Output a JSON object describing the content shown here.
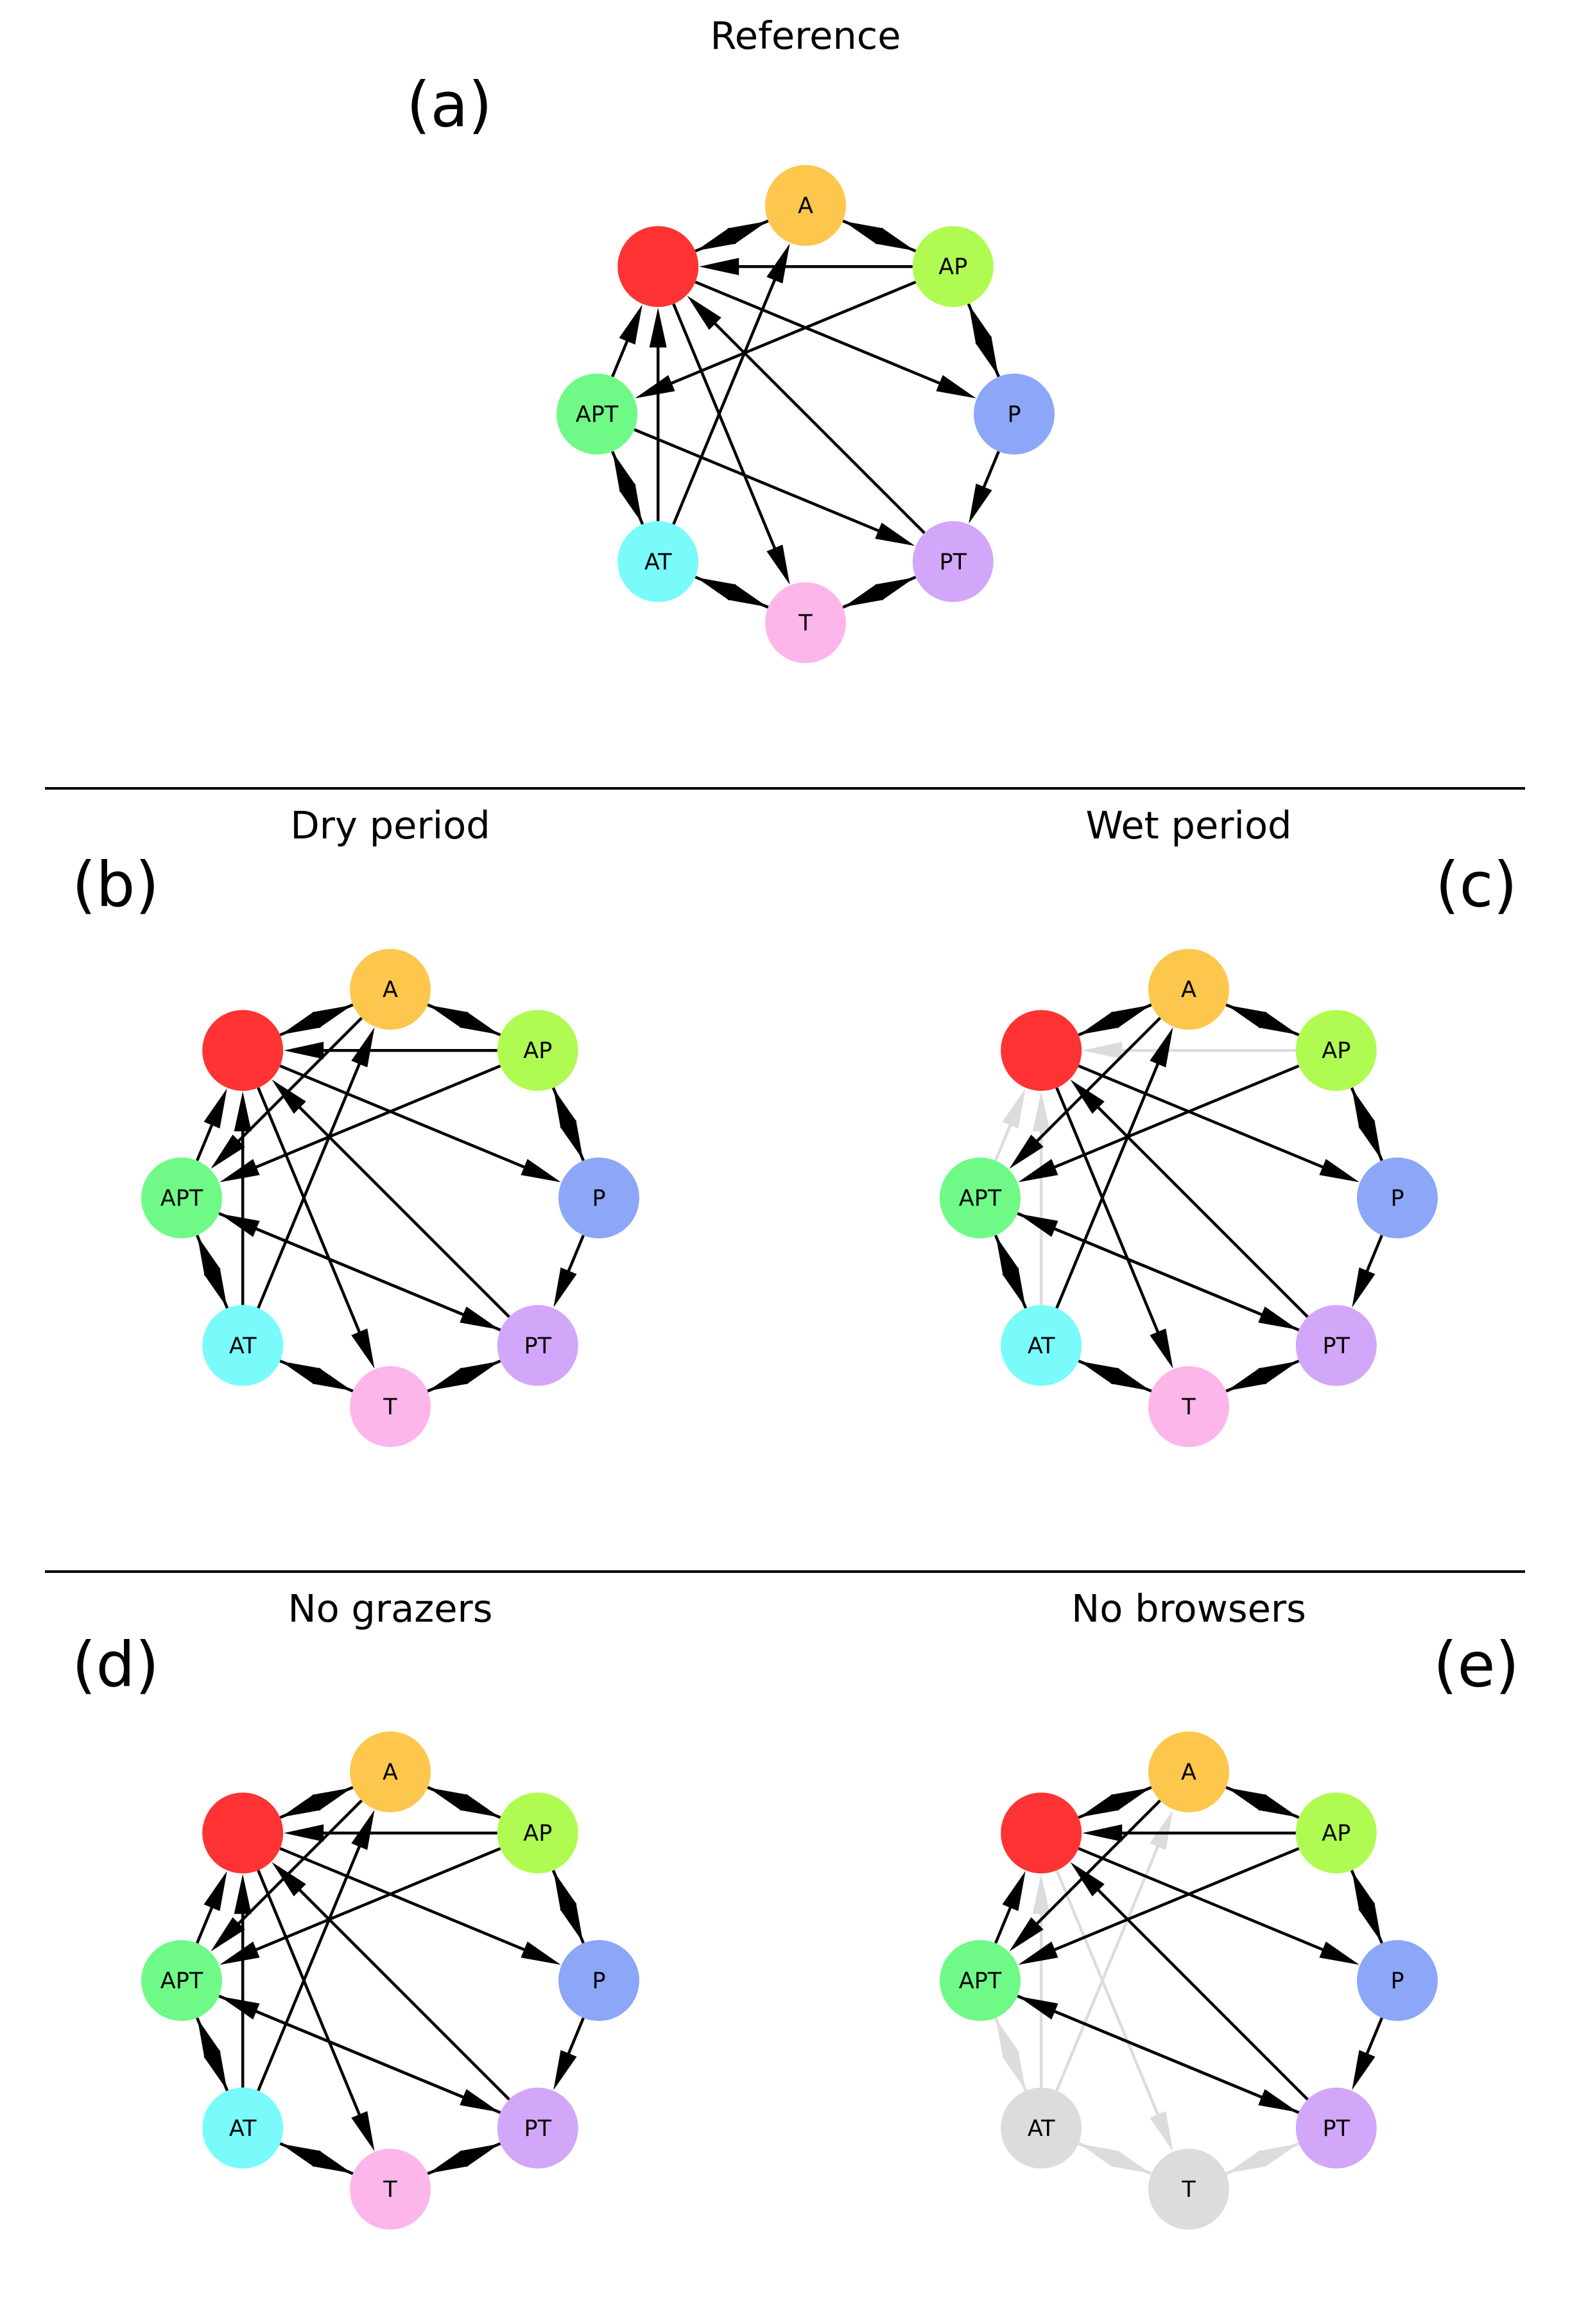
{
  "colors": {
    "edge": "#000000",
    "edge_faded": "#dcdcdc",
    "node_faded": "#dcdcdc",
    "divider": "#000000"
  },
  "node_styles": {
    "R": {
      "label": "",
      "color": "#ff3333"
    },
    "A": {
      "label": "A",
      "color": "#fcc74c"
    },
    "AP": {
      "label": "AP",
      "color": "#b0fb51"
    },
    "P": {
      "label": "P",
      "color": "#8ca6f8"
    },
    "PT": {
      "label": "PT",
      "color": "#d2a7fa"
    },
    "T": {
      "label": "T",
      "color": "#fdb6ea"
    },
    "AT": {
      "label": "AT",
      "color": "#79fbfb"
    },
    "APT": {
      "label": "APT",
      "color": "#6ffa87"
    }
  },
  "base_edges": [
    [
      "A",
      "R"
    ],
    [
      "R",
      "A"
    ],
    [
      "A",
      "AP"
    ],
    [
      "AP",
      "A"
    ],
    [
      "AP",
      "R"
    ],
    [
      "AP",
      "P"
    ],
    [
      "P",
      "AP"
    ],
    [
      "R",
      "P"
    ],
    [
      "P",
      "PT"
    ],
    [
      "PT",
      "R"
    ],
    [
      "PT",
      "T"
    ],
    [
      "T",
      "PT"
    ],
    [
      "AT",
      "T"
    ],
    [
      "T",
      "AT"
    ],
    [
      "R",
      "T"
    ],
    [
      "AT",
      "A"
    ],
    [
      "AT",
      "R"
    ],
    [
      "APT",
      "R"
    ],
    [
      "APT",
      "AT"
    ],
    [
      "AT",
      "APT"
    ],
    [
      "APT",
      "PT"
    ],
    [
      "AP",
      "APT"
    ]
  ],
  "panels": [
    {
      "id": "a",
      "label": "(a)",
      "title": "Reference",
      "label_side": "left",
      "extra_edges": [],
      "faded_nodes": [],
      "faded_edges": []
    },
    {
      "id": "b",
      "label": "(b)",
      "title": "Dry period",
      "label_side": "left",
      "extra_edges": [
        [
          "A",
          "APT"
        ],
        [
          "PT",
          "APT"
        ]
      ],
      "faded_nodes": [],
      "faded_edges": []
    },
    {
      "id": "c",
      "label": "(c)",
      "title": "Wet period",
      "label_side": "right",
      "extra_edges": [
        [
          "A",
          "APT"
        ],
        [
          "PT",
          "APT"
        ]
      ],
      "faded_nodes": [],
      "faded_edges": [
        [
          "AP",
          "R"
        ],
        [
          "APT",
          "R"
        ],
        [
          "AT",
          "R"
        ]
      ]
    },
    {
      "id": "d",
      "label": "(d)",
      "title": "No grazers",
      "label_side": "left",
      "extra_edges": [
        [
          "A",
          "APT"
        ],
        [
          "PT",
          "APT"
        ]
      ],
      "faded_nodes": [],
      "faded_edges": []
    },
    {
      "id": "e",
      "label": "(e)",
      "title": "No browsers",
      "label_side": "right",
      "extra_edges": [
        [
          "A",
          "APT"
        ],
        [
          "PT",
          "APT"
        ]
      ],
      "faded_nodes": [
        "AT",
        "T"
      ],
      "faded_edges": []
    }
  ]
}
